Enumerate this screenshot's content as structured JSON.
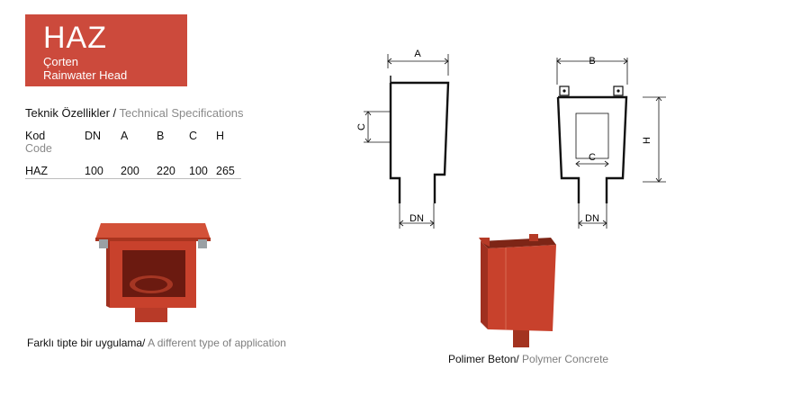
{
  "header": {
    "model": "HAZ",
    "material": "Çorten",
    "product": "Rainwater Head"
  },
  "specs": {
    "heading_tr": "Teknik Özellikler / ",
    "heading_en": "Technical Specifications",
    "columns": {
      "kod": "Kod",
      "code": "Code",
      "dn": "DN",
      "a": "A",
      "b": "B",
      "c": "C",
      "h": "H"
    },
    "row": {
      "kod": "HAZ",
      "dn": "100",
      "a": "200",
      "b": "220",
      "c": "100",
      "h": "265"
    }
  },
  "diagrams": {
    "side": {
      "a": "A",
      "c": "C",
      "dn": "DN"
    },
    "front": {
      "b": "B",
      "c": "C",
      "h": "H",
      "dn": "DN"
    }
  },
  "captions": {
    "left_tr": "Farklı tipte bir uygulama/ ",
    "left_en": "A different type of application",
    "right_tr": "Polimer Beton/ ",
    "right_en": "Polymer Concrete"
  },
  "colors": {
    "brand": "#cc4a3c",
    "product": "#c8412c",
    "muted_text": "#8a8a8a"
  }
}
